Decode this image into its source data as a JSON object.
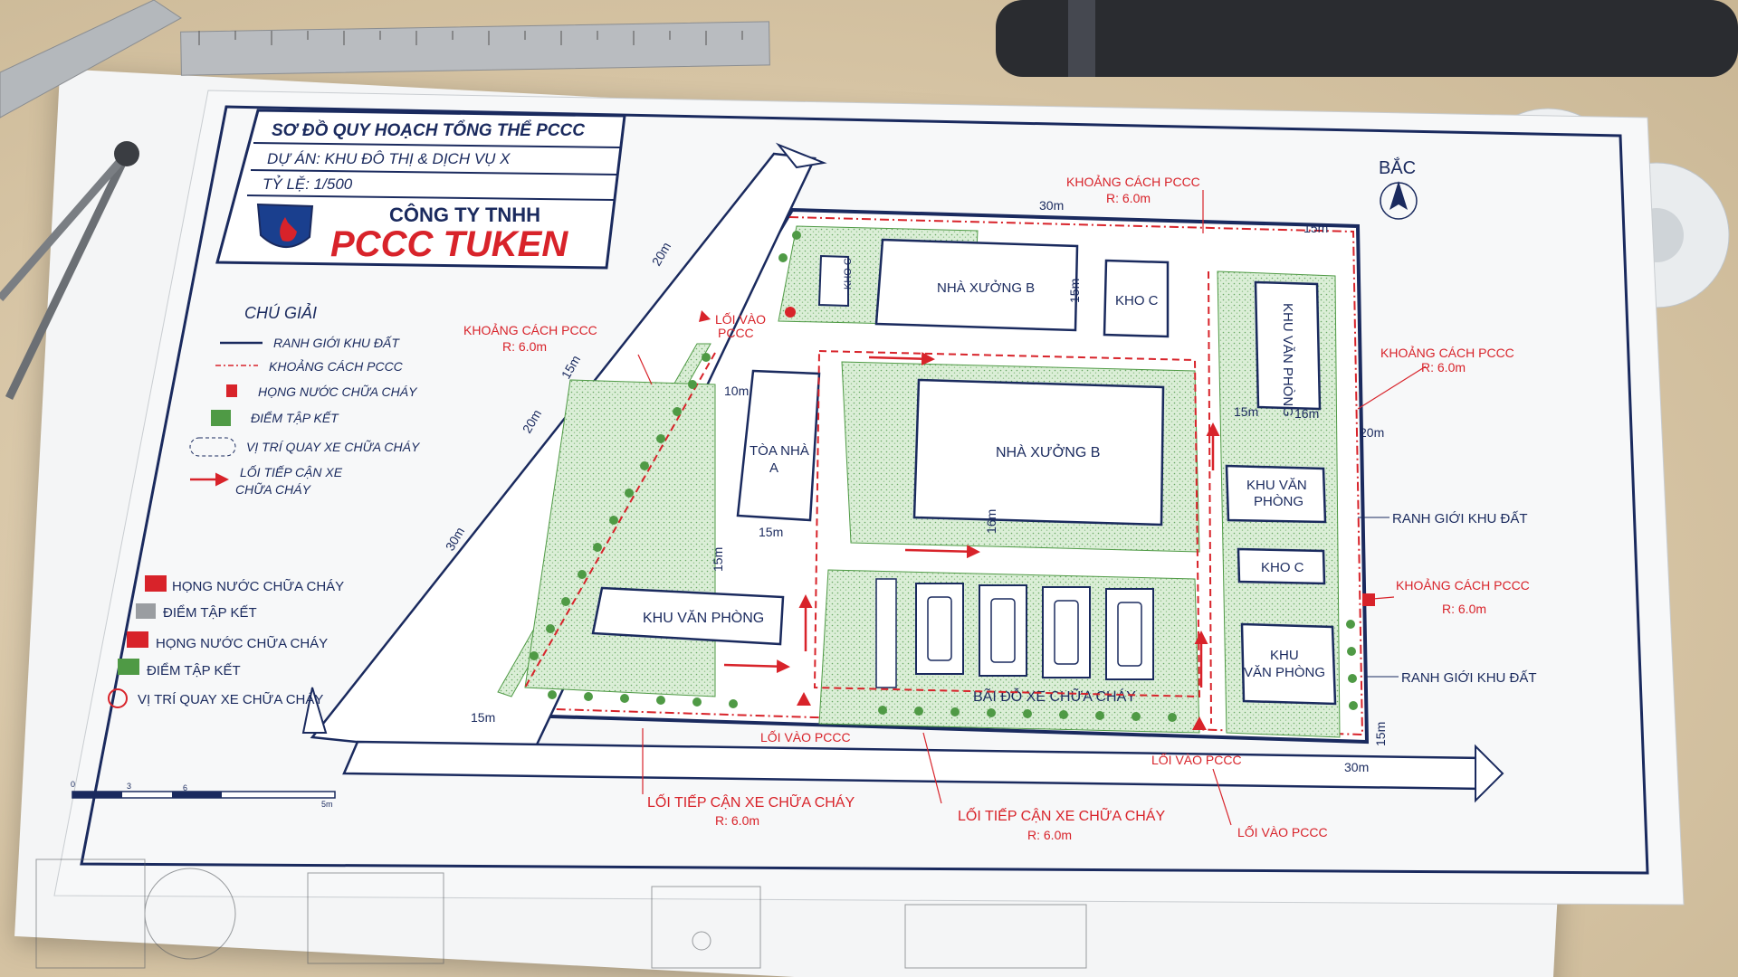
{
  "title_block": {
    "title": "SƠ ĐỒ QUY HOẠCH TỔNG THỂ PCCC",
    "project": "DỰ ÁN: KHU ĐÔ THỊ & DỊCH VỤ X",
    "scale": "TỶ LỆ: 1/500",
    "company_line1": "CÔNG TY TNHH",
    "company_line2": "PCCC TUKEN"
  },
  "north_label": "BẮC",
  "legend_top": {
    "heading": "CHÚ GIẢI",
    "items": [
      "RANH GIỚI KHU ĐẤT",
      "KHOẢNG CÁCH PCCC",
      "HỌNG NƯỚC CHỮA CHÁY",
      "ĐIỂM TẬP KẾT",
      "VỊ TRÍ QUAY XE CHỮA CHÁY",
      "LỐI TIẾP CẬN XE",
      "CHỮA CHÁY"
    ]
  },
  "legend_bottom": {
    "items": [
      "HỌNG NƯỚC CHỮA CHÁY",
      "ĐIỂM TẬP KẾT",
      "HỌNG NƯỚC CHỮA CHÁY",
      "ĐIỂM TẬP KẾT",
      "VỊ TRÍ QUAY XE CHỮA CHÁY"
    ]
  },
  "scale_bar": {
    "ticks": [
      "0",
      "3",
      "6",
      "5m"
    ]
  },
  "buildings": {
    "nha_xuong_b_top": "NHÀ XƯỞNG B",
    "kho_c_top": "KHO C",
    "kho_c_small": "KHO C",
    "nha_xuong_b_main": "NHÀ XƯỞNG B",
    "toa_nha_a_1": "TÒA NHÀ",
    "toa_nha_a_2": "A",
    "khu_van_phong_right": "KHU VĂN PHÒNG",
    "khu_van_phong_mid_1": "KHU VĂN",
    "khu_van_phong_mid_2": "PHÒNG",
    "kho_c_right": "KHO C",
    "khu_van_phong_br_1": "KHU",
    "khu_van_phong_br_2": "VĂN PHÒNG",
    "khu_van_phong_left": "KHU VĂN PHÒNG",
    "parking": "BÃI ĐỖ XE CHỮA CHÁY"
  },
  "dimensions": {
    "d30m_top": "30m",
    "d15m_tr": "15m",
    "d15m_vert": "15m",
    "d20m_right": "20m",
    "d15m_a": "15m",
    "d16m_a": "16m",
    "d10m": "10m",
    "d16m_b": "16m",
    "d15m_left": "15m",
    "d15m_left2": "15m",
    "d20m_road": "20m",
    "d20m_road2": "20m",
    "d15m_road": "15m",
    "d30m_road": "30m",
    "d15m_bottom": "15m",
    "d30m_bottom": "30m",
    "d15m_br": "15m"
  },
  "annotations": {
    "kc_top": "KHOẢNG CÁCH PCCC",
    "kc_top_r": "R: 6.0m",
    "kc_left": "KHOẢNG CÁCH PCCC",
    "kc_left_r": "R: 6.0m",
    "kc_right": "KHOẢNG CÁCH PCCC",
    "kc_right_r": "R: 6.0m",
    "kc_right2": "KHOẢNG CÁCH  PCCC",
    "kc_right2_r": "R: 6.0m",
    "loi_vao_top_1": "LỐI VÀO",
    "loi_vao_top_2": "PCCC",
    "loi_vao_1": "LỐI VÀO PCCC",
    "loi_vao_2": "LỐI VÀO PCCC",
    "loi_vao_3": "LỐI VÀO PCCC",
    "ltc_1": "LỐI TIẾP CẬN XE CHỮA CHÁY",
    "ltc_1_r": "R: 6.0m",
    "ltc_2": "LỐI TIẾP CẬN XE CHỮA CHÁY",
    "ltc_2_r": "R: 6.0m",
    "ranh_gioi_1": "RANH GIỚI KHU ĐẤT",
    "ranh_gioi_2": "RANH GIỚI KHU ĐẤT"
  },
  "colors": {
    "navy": "#1a2a5e",
    "red": "#d8232a",
    "green": "#4f9a45",
    "paper": "#f7f8f9"
  }
}
